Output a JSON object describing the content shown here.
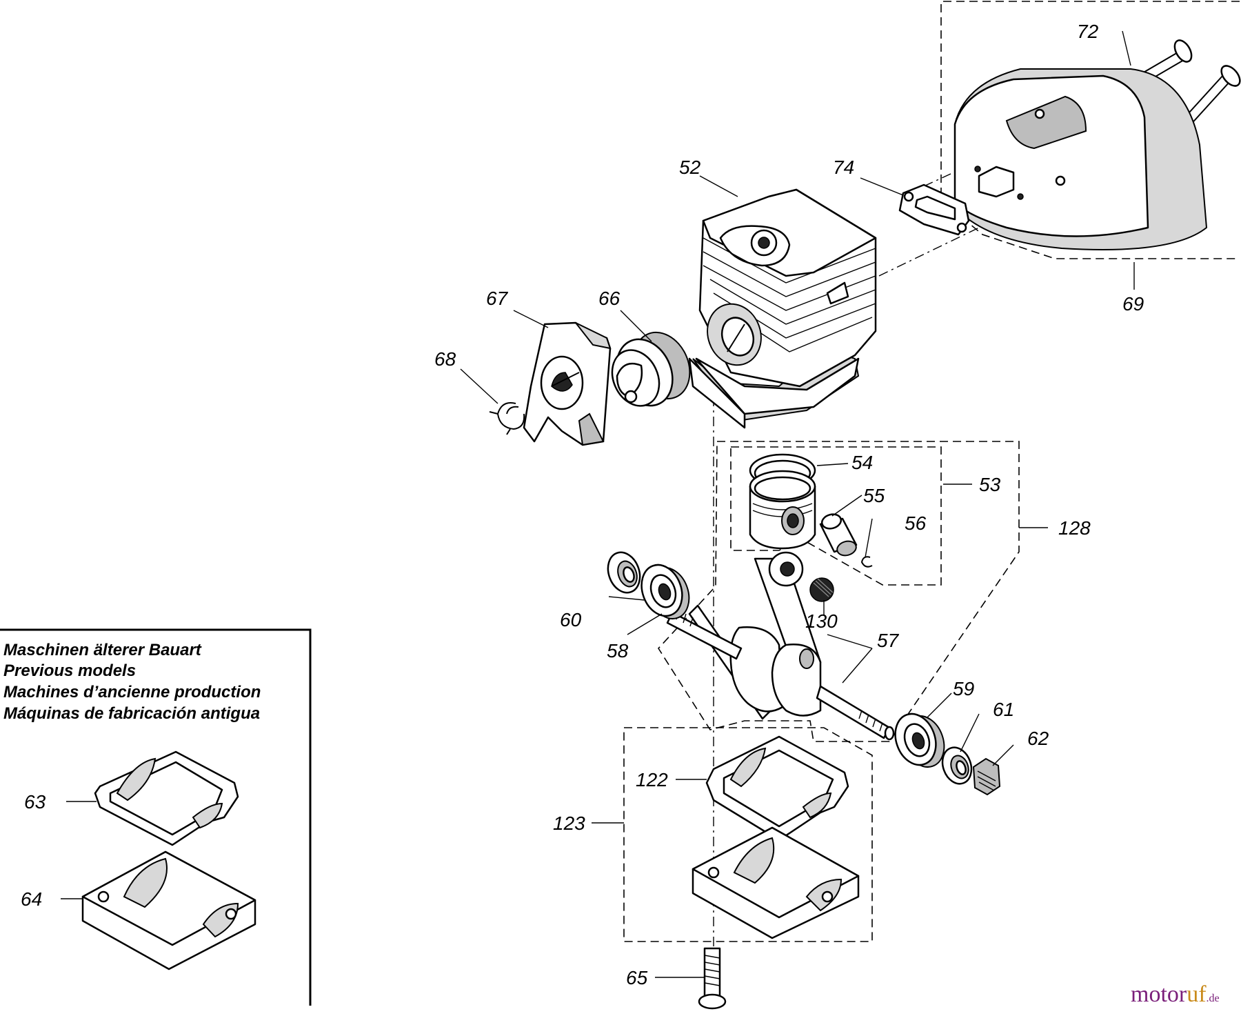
{
  "labels": {
    "p52": "52",
    "p53": "53",
    "p54": "54",
    "p55": "55",
    "p56": "56",
    "p57": "57",
    "p58": "58",
    "p59": "59",
    "p60": "60",
    "p61": "61",
    "p62": "62",
    "p63": "63",
    "p64": "64",
    "p65": "65",
    "p66": "66",
    "p67": "67",
    "p68": "68",
    "p69": "69",
    "p72": "72",
    "p74": "74",
    "p122": "122",
    "p123": "123",
    "p128": "128",
    "p130": "130"
  },
  "legend": {
    "line1": "Maschinen älterer Bauart",
    "line2": "Previous models",
    "line3": "Machines d’ancienne production",
    "line4": "Máquinas de fabricación antigua"
  },
  "watermark": {
    "part1": "motor",
    "part2": "uf",
    "tld": ".de"
  }
}
